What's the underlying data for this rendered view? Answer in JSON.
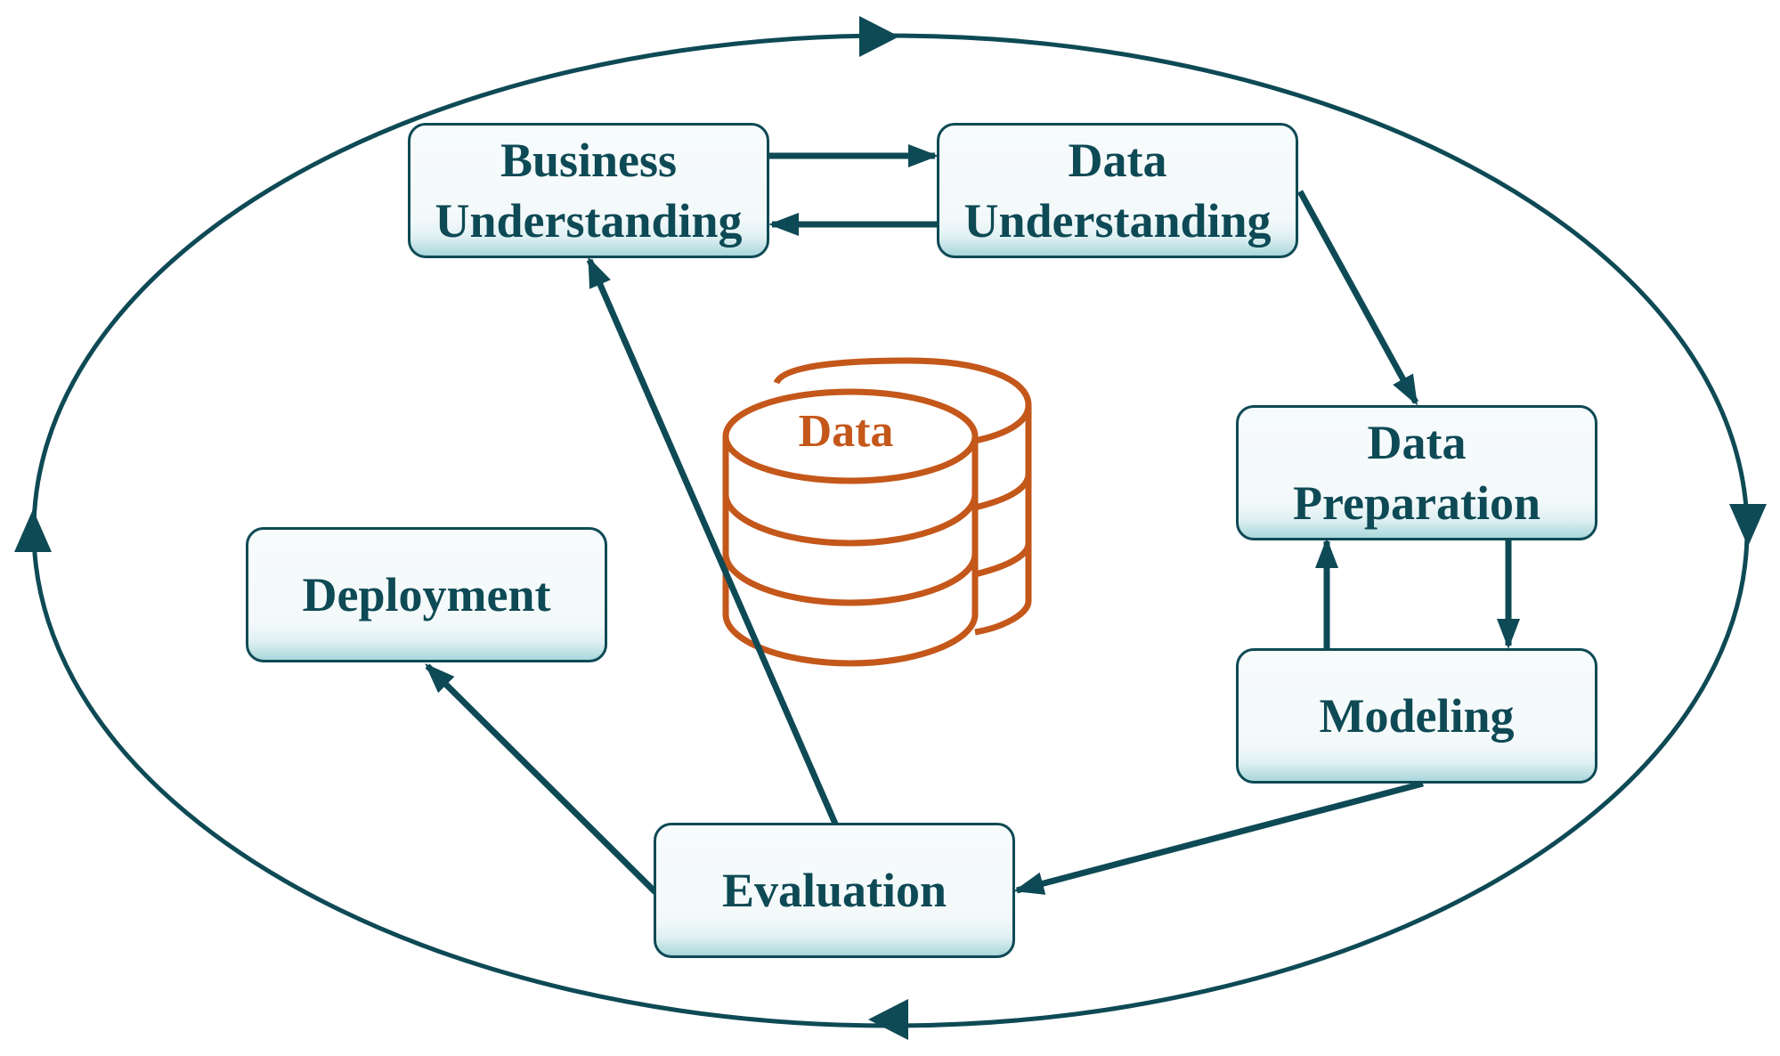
{
  "diagram": {
    "stroke_color": "#0e4a55",
    "database_color": "#c4571a",
    "box_fill": "#f3f9fa",
    "nodes": {
      "business_understanding": {
        "line1": "Business",
        "line2": "Understanding"
      },
      "data_understanding": {
        "line1": "Data",
        "line2": "Understanding"
      },
      "data_preparation": {
        "line1": "Data",
        "line2": "Preparation"
      },
      "modeling": {
        "label": "Modeling"
      },
      "evaluation": {
        "label": "Evaluation"
      },
      "deployment": {
        "label": "Deployment"
      }
    },
    "database": {
      "label": "Data",
      "icon": "database-icon"
    }
  }
}
